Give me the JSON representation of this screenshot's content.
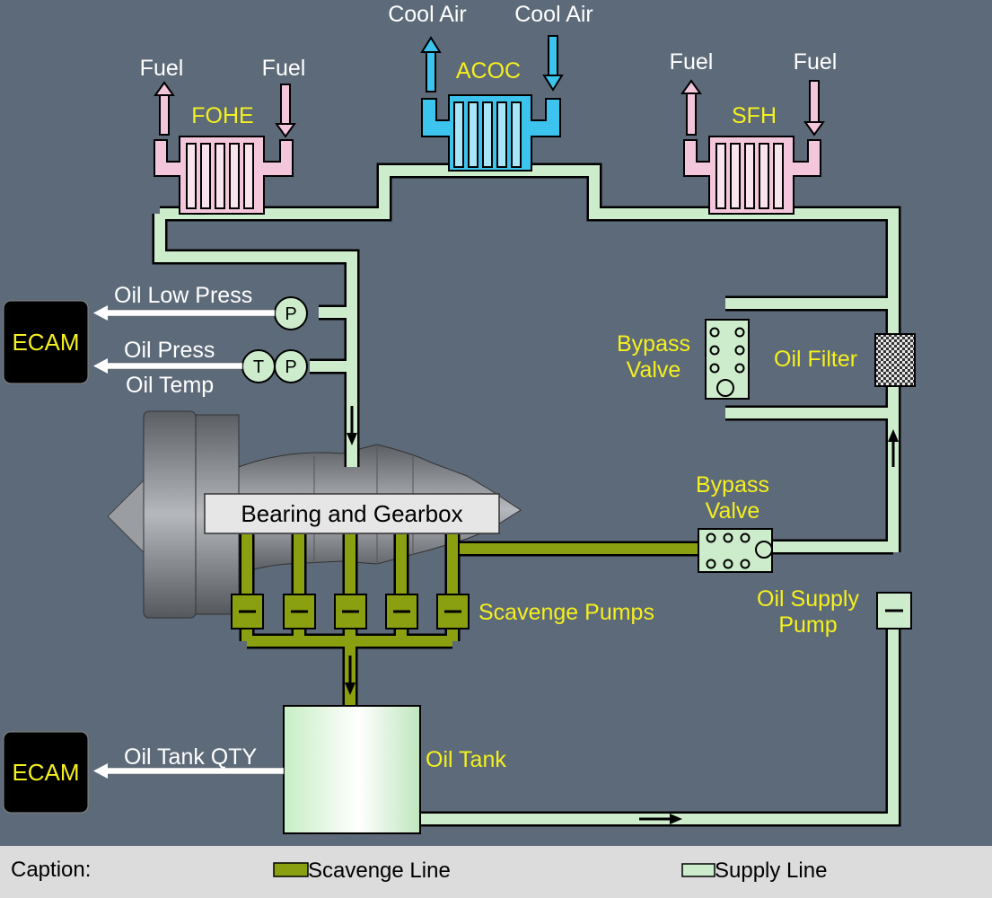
{
  "colors": {
    "background": "#5d6a79",
    "supply_line": "#cdeccc",
    "scavenge_line": "#8aa011",
    "fuel_heat_exchanger": "#f4c6db",
    "air_cooler": "#3cc4ee",
    "label_text": "#f5f01e",
    "ecam_box": "#000000"
  },
  "components": {
    "fohe": "FOHE",
    "acoc": "ACOC",
    "sfh": "SFH",
    "bearing_gearbox": "Bearing and Gearbox",
    "scavenge_pumps": "Scavenge Pumps",
    "oil_tank": "Oil Tank",
    "oil_filter": "Oil Filter",
    "bypass_valve_upper_line1": "Bypass",
    "bypass_valve_upper_line2": "Valve",
    "bypass_valve_lower_line1": "Bypass",
    "bypass_valve_lower_line2": "Valve",
    "oil_supply_pump_line1": "Oil Supply",
    "oil_supply_pump_line2": "Pump"
  },
  "flows": {
    "fohe_fuel_out": "Fuel",
    "fohe_fuel_in": "Fuel",
    "acoc_air_out": "Cool Air",
    "acoc_air_in": "Cool Air",
    "sfh_fuel_out": "Fuel",
    "sfh_fuel_in": "Fuel"
  },
  "sensors": {
    "oil_low_press": "Oil Low Press",
    "oil_press": "Oil Press",
    "oil_temp": "Oil Temp",
    "oil_tank_qty": "Oil Tank QTY",
    "gauge_p": "P",
    "gauge_t": "T"
  },
  "ecam": {
    "upper": "ECAM",
    "lower": "ECAM"
  },
  "pump_symbol": "—",
  "legend": {
    "caption": "Caption:",
    "scavenge_line": "Scavenge Line",
    "supply_line": "Supply Line"
  }
}
